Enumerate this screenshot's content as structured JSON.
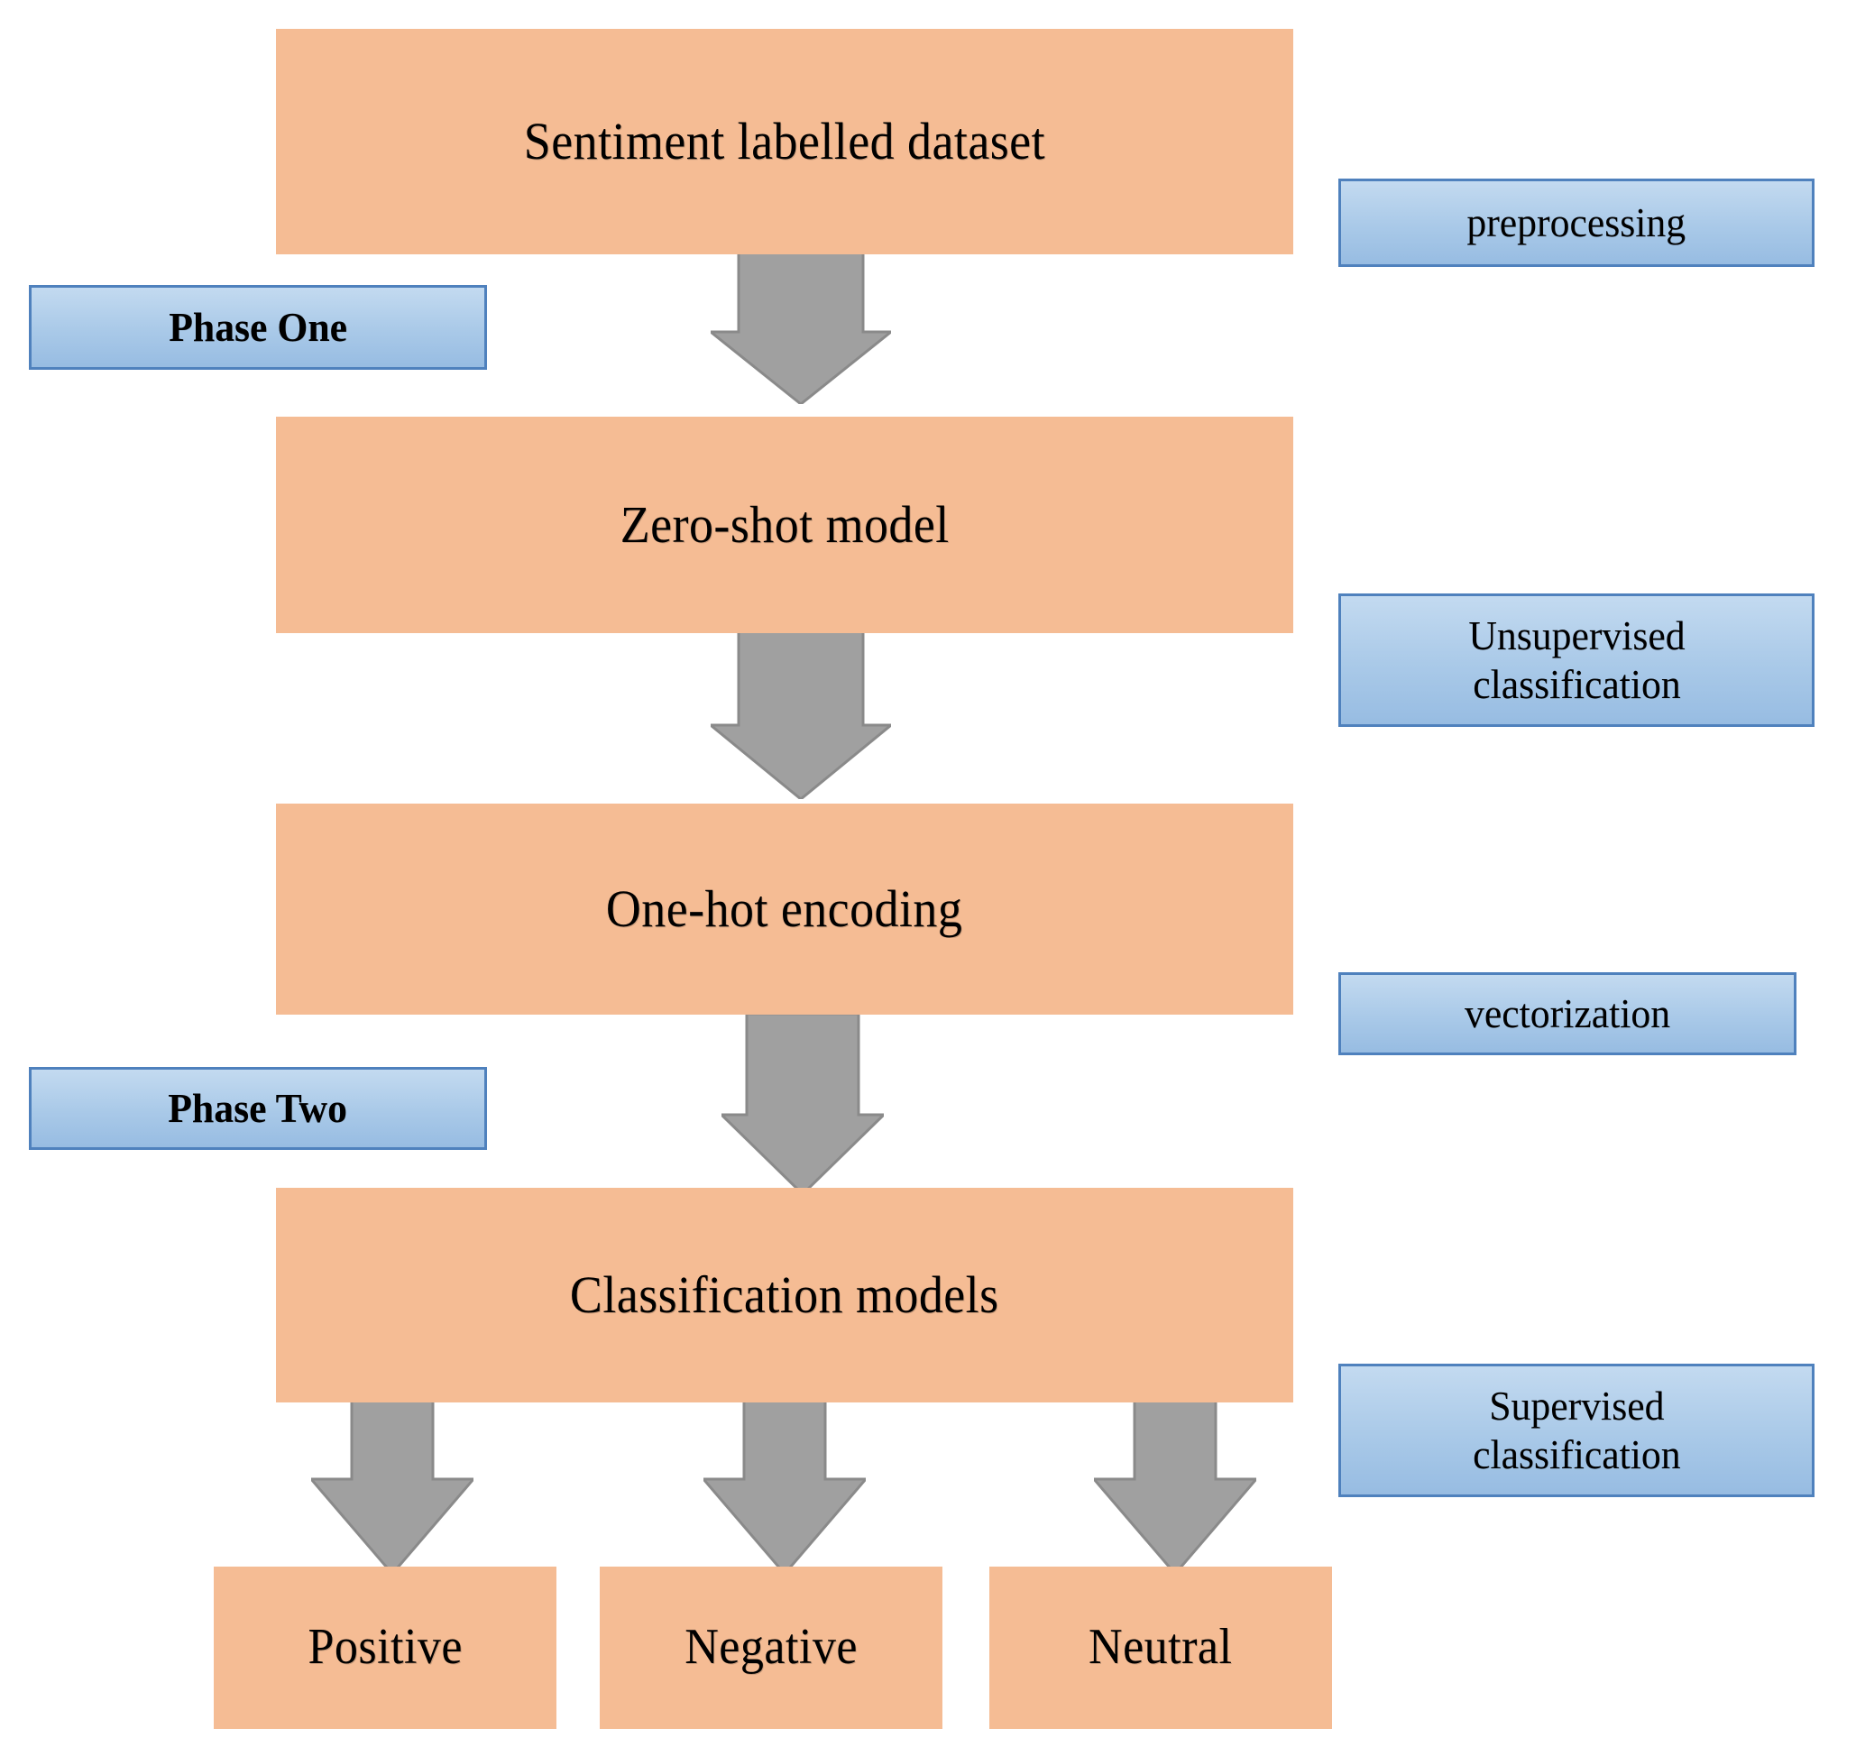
{
  "diagram": {
    "title": "Sentiment analysis two-phase pipeline flowchart",
    "colors": {
      "process_fill": "#F5BC94",
      "annotation_fill": "#A9C9E8",
      "annotation_border": "#4F81BD",
      "arrow_fill": "#A0A0A0",
      "arrow_stroke": "#8A8A8A",
      "background": "#FFFFFF",
      "text": "#000000"
    },
    "process_boxes": [
      {
        "id": "sentiment-labelled-dataset",
        "label": "Sentiment labelled dataset"
      },
      {
        "id": "zero-shot-model",
        "label": "Zero-shot model"
      },
      {
        "id": "one-hot-encoding",
        "label": "One-hot encoding"
      },
      {
        "id": "classification-models",
        "label": "Classification models"
      }
    ],
    "output_boxes": [
      {
        "id": "positive",
        "label": "Positive"
      },
      {
        "id": "negative",
        "label": "Negative"
      },
      {
        "id": "neutral",
        "label": "Neutral"
      }
    ],
    "annotations": [
      {
        "id": "preprocessing",
        "label": "preprocessing"
      },
      {
        "id": "unsupervised-classification",
        "line1": "Unsupervised",
        "line2": "classification"
      },
      {
        "id": "vectorization",
        "label": "vectorization"
      },
      {
        "id": "supervised-classification",
        "line1": "Supervised",
        "line2": "classification"
      }
    ],
    "phases": [
      {
        "id": "phase-one",
        "label": "Phase One"
      },
      {
        "id": "phase-two",
        "label": "Phase Two"
      }
    ],
    "arrows": [
      {
        "id": "arrow-dataset-to-zeroshot",
        "direction": "down"
      },
      {
        "id": "arrow-zeroshot-to-onehot",
        "direction": "down"
      },
      {
        "id": "arrow-onehot-to-classification",
        "direction": "down"
      },
      {
        "id": "arrow-classification-to-positive",
        "direction": "down"
      },
      {
        "id": "arrow-classification-to-negative",
        "direction": "down"
      },
      {
        "id": "arrow-classification-to-neutral",
        "direction": "down"
      }
    ]
  }
}
